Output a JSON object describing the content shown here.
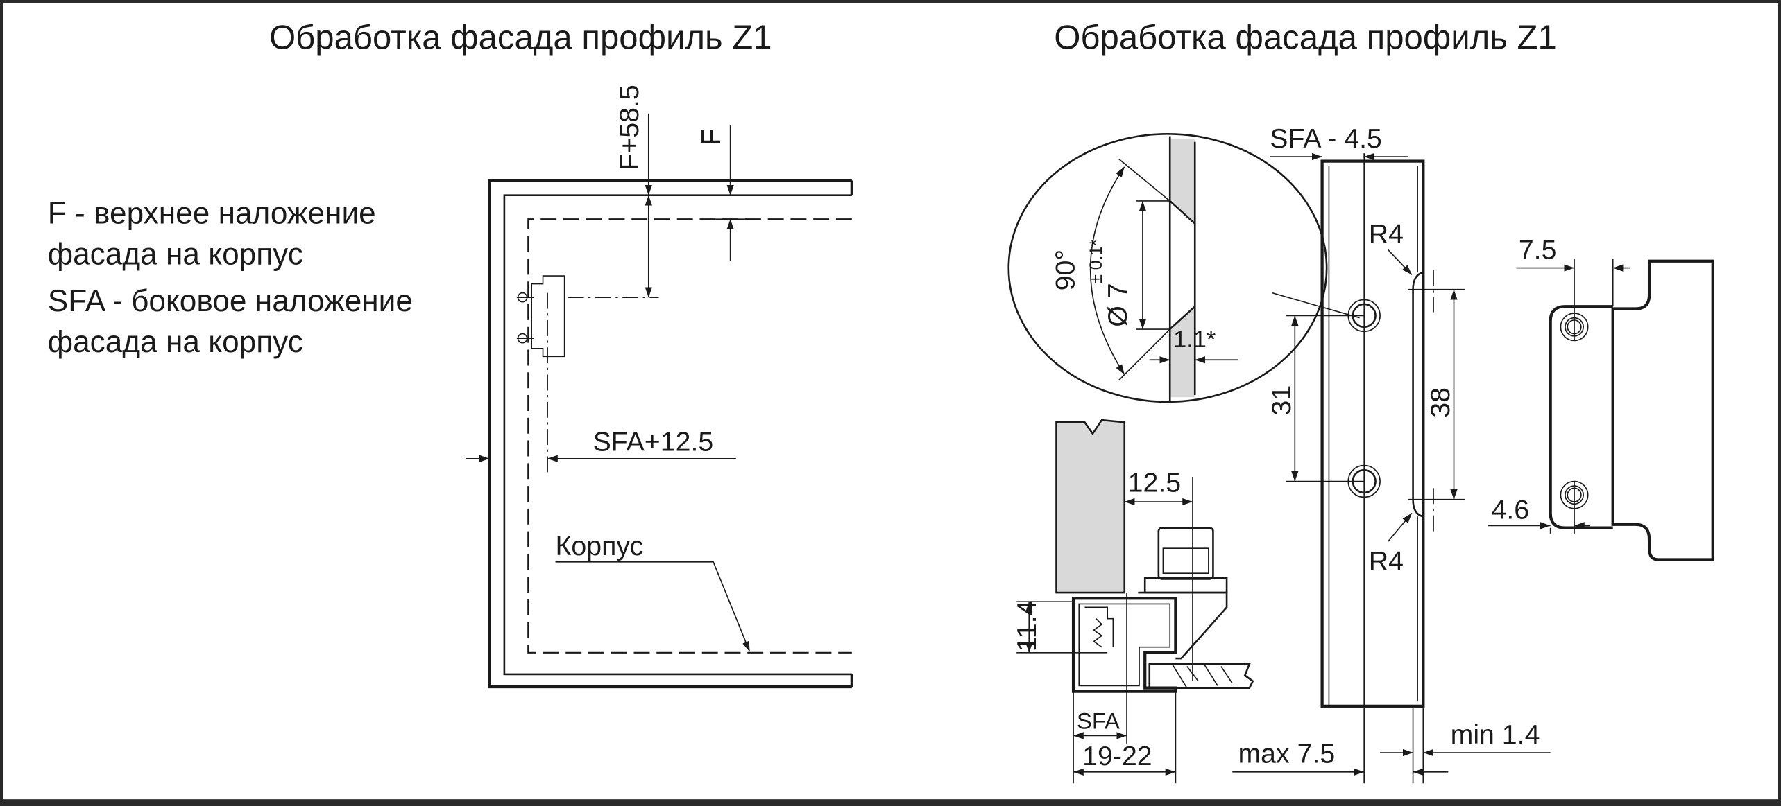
{
  "left_panel": {
    "title": "Обработка фасада  профиль Z1",
    "legend": [
      "F - верхнее наложение",
      "фасада на корпус",
      "SFA - боковое наложение",
      "фасада на корпус"
    ],
    "dims": {
      "f_plus": "F+58.5",
      "f": "F",
      "sfa_plus": "SFA+12.5",
      "carcass": "Корпус"
    }
  },
  "right_panel": {
    "title": "Обработка фасада  профиль Z1",
    "detail": {
      "angle": "90°",
      "diameter": "Ø 7",
      "tolerance": "± 0.1*",
      "depth": "1.1*"
    },
    "section": {
      "offset": "12.5",
      "height": "11.4",
      "sfa": "SFA",
      "thickness": "19-22"
    },
    "profile": {
      "sfa_minus": "SFA - 4.5",
      "radius_top": "R4",
      "radius_bottom": "R4",
      "hole_spacing": "31",
      "length": "38",
      "max": "max 7.5",
      "min": "min 1.4"
    },
    "side": {
      "top": "7.5",
      "bottom": "4.6"
    }
  },
  "colors": {
    "line": "#1a1a1a",
    "fill_gray": "#d9d9d9",
    "frame": "#2b2b2b"
  }
}
